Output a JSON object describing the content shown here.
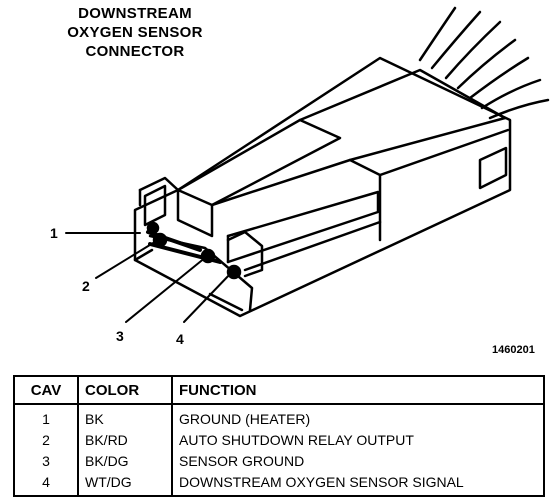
{
  "title_lines": [
    "DOWNSTREAM",
    "OXYGEN SENSOR",
    "CONNECTOR"
  ],
  "callouts": [
    "1",
    "2",
    "3",
    "4"
  ],
  "figure_number": "1460201",
  "table": {
    "headers": {
      "cav": "CAV",
      "color": "COLOR",
      "function": "FUNCTION"
    },
    "rows": [
      {
        "cav": "1",
        "color": "BK",
        "function": "GROUND (HEATER)"
      },
      {
        "cav": "2",
        "color": "BK/RD",
        "function": "AUTO SHUTDOWN RELAY OUTPUT"
      },
      {
        "cav": "3",
        "color": "BK/DG",
        "function": "SENSOR GROUND"
      },
      {
        "cav": "4",
        "color": "WT/DG",
        "function": "DOWNSTREAM OXYGEN SENSOR SIGNAL"
      }
    ]
  }
}
